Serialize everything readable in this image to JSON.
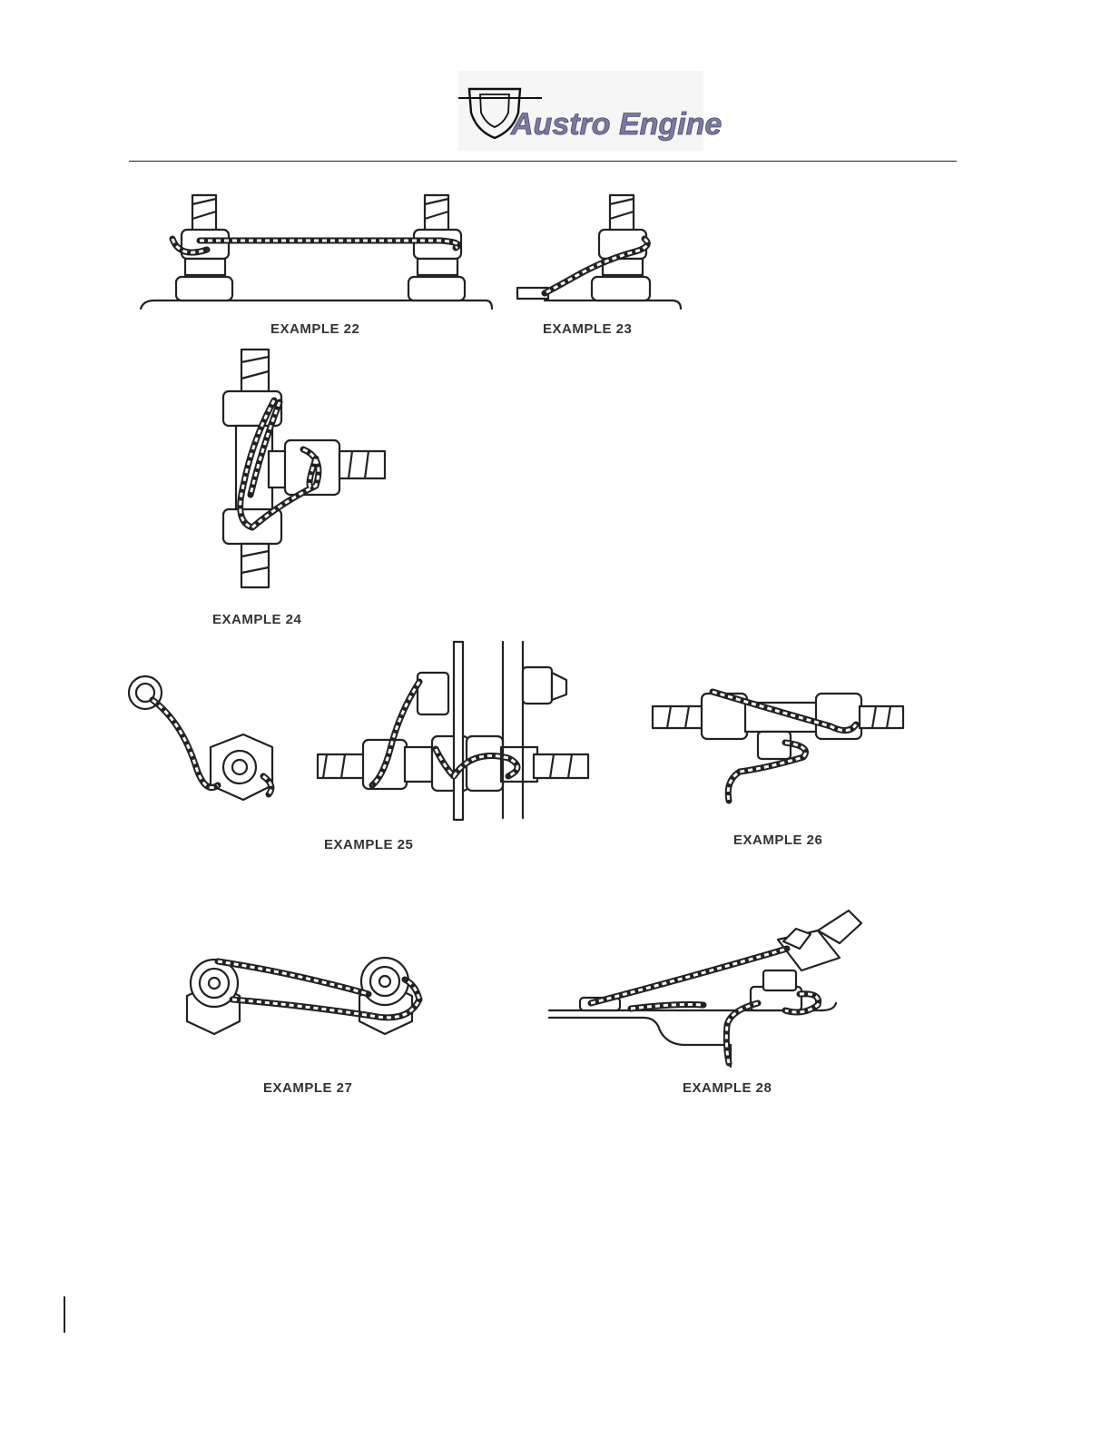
{
  "header": {
    "logo_text": "Austro Engine",
    "logo_color": "#7a7aa0"
  },
  "figures": [
    {
      "id": "ex22",
      "caption": "EXAMPLE 22"
    },
    {
      "id": "ex23",
      "caption": "EXAMPLE 23"
    },
    {
      "id": "ex24",
      "caption": "EXAMPLE 24"
    },
    {
      "id": "ex25",
      "caption": "EXAMPLE 25"
    },
    {
      "id": "ex26",
      "caption": "EXAMPLE 26"
    },
    {
      "id": "ex27",
      "caption": "EXAMPLE 27"
    },
    {
      "id": "ex28",
      "caption": "EXAMPLE 28"
    }
  ]
}
